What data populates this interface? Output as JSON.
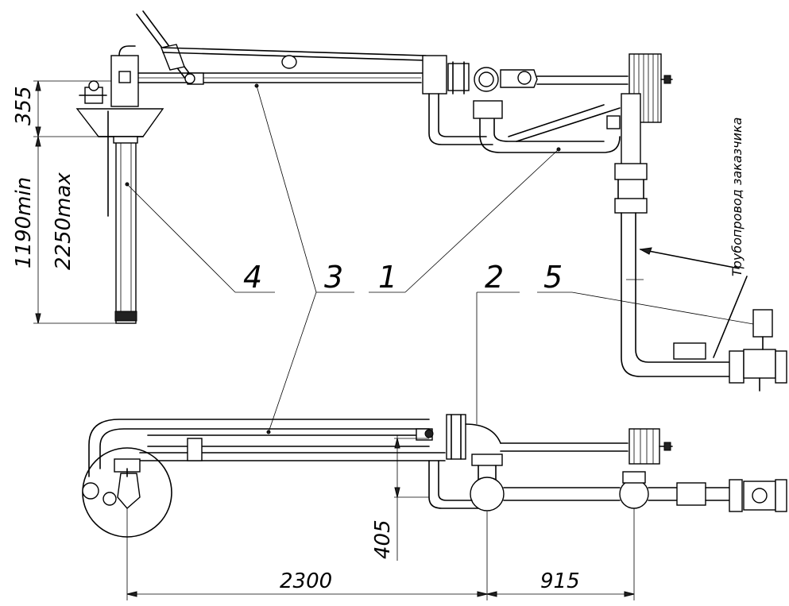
{
  "callouts": {
    "c1": "1",
    "c2": "2",
    "c3": "3",
    "c4": "4",
    "c5": "5"
  },
  "dimensions": {
    "d355": "355",
    "d1190": "1190min",
    "d2250": "2250max",
    "d405": "405",
    "d2300": "2300",
    "d915": "915"
  },
  "annotations": {
    "customer_pipeline": "Трубопровод заказчика"
  }
}
